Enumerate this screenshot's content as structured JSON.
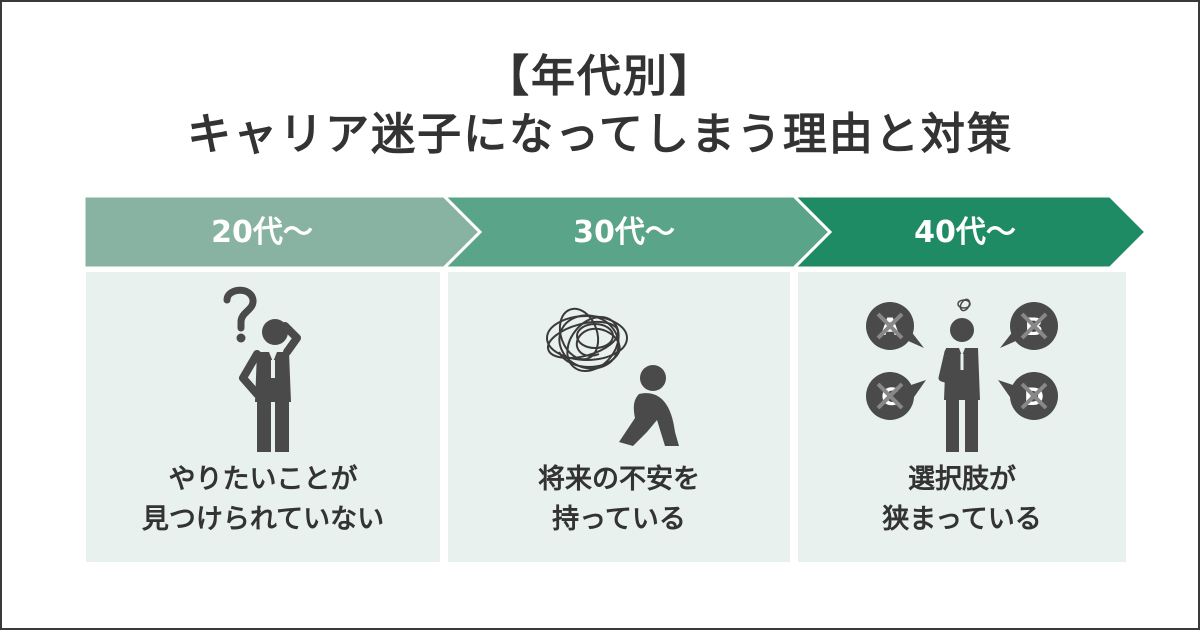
{
  "title": {
    "line1": "【年代別】",
    "line2": "キャリア迷子になってしまう理由と対策"
  },
  "steps": [
    {
      "label": "20代～",
      "color": "#88b3a2",
      "icon": "confused-businessman-icon",
      "text_line1": "やりたいことが",
      "text_line2": "見つけられていない"
    },
    {
      "label": "30代～",
      "color": "#5aa589",
      "icon": "anxious-sitting-person-icon",
      "text_line1": "将来の不安を",
      "text_line2": "持っている"
    },
    {
      "label": "40代～",
      "color": "#1e8b65",
      "icon": "limited-choices-businessman-icon",
      "text_line1": "選択肢が",
      "text_line2": "狭まっている"
    }
  ],
  "choices": {
    "labels": [
      "A",
      "B",
      "C",
      "D"
    ]
  },
  "colors": {
    "card_bg": "#e9f1ee",
    "icon": "#4a4a4a",
    "text": "#333333"
  }
}
